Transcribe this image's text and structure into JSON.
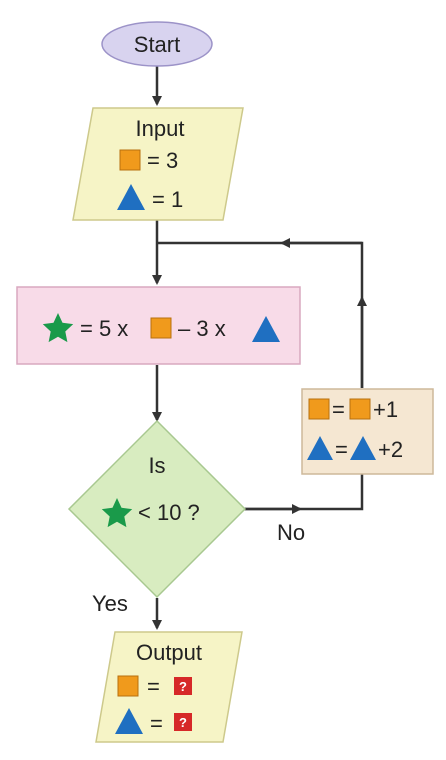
{
  "colors": {
    "start_fill": "#d8d3ef",
    "start_stroke": "#9c93c8",
    "io_fill": "#f6f4c6",
    "io_stroke": "#cdc98b",
    "process_fill": "#f8dbe8",
    "process_stroke": "#d9a8bf",
    "decision_fill": "#d8ecc0",
    "decision_stroke": "#a8c890",
    "update_fill": "#f5e7d2",
    "update_stroke": "#cdb89a",
    "arrow": "#333333",
    "square": "#f09a1c",
    "triangle": "#1f6fc1",
    "star": "#1a9a4a",
    "question_box": "#d62828"
  },
  "start": {
    "label": "Start"
  },
  "input": {
    "title": "Input",
    "line1_value": "= 3",
    "line2_value": "= 1"
  },
  "process": {
    "part1": "= 5 x",
    "part2": "– 3 x"
  },
  "decision": {
    "line1": "Is",
    "line2": "< 10 ?",
    "no_label": "No",
    "yes_label": "Yes"
  },
  "update": {
    "line1_eq": "=",
    "line1_inc": "+1",
    "line2_eq": "=",
    "line2_inc": "+2"
  },
  "output": {
    "title": "Output",
    "line1_eq": "=",
    "line2_eq": "=",
    "unknown": "?"
  },
  "icons": {
    "square": "orange-square-icon",
    "triangle": "blue-triangle-icon",
    "star": "green-star-icon",
    "unknown": "red-question-box-icon"
  }
}
